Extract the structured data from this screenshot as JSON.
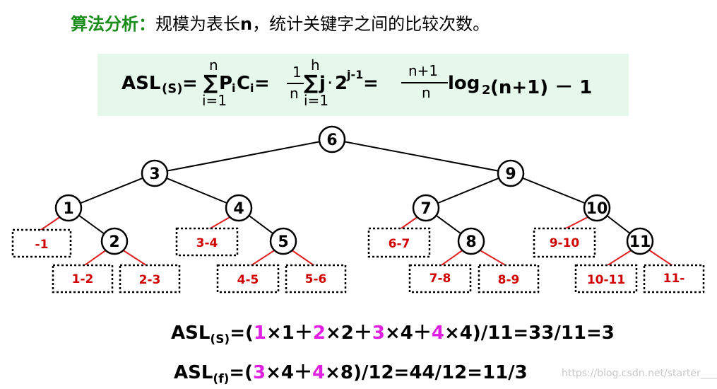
{
  "heading": {
    "label": "算法分析：",
    "text_before": "规模为表长",
    "n": "n",
    "text_after": "，统计关键字之间的比较次数。"
  },
  "formula": {
    "asl": "ASL",
    "sub_s": "(S)",
    "eq1": " = ",
    "sigma": "∑",
    "sum1_top": "n",
    "sum1_bottom": "i=1",
    "pc": "P",
    "pc_sub": "i",
    "c": "C",
    "c_sub": "i",
    "eq2": " = ",
    "frac1_num": "1",
    "frac1_den": "n",
    "sum2_top": "h",
    "sum2_bottom": "i=1",
    "j": "j",
    "dot": "·",
    "two": "2",
    "exp": "j-1",
    "eq3": " = ",
    "frac2_num": "n+1",
    "frac2_den": "n",
    "log": "log",
    "log_sub": "2",
    "rest": "(n+1) － 1"
  },
  "tree": {
    "nodes": [
      "6",
      "3",
      "9",
      "1",
      "4",
      "7",
      "10",
      "2",
      "5",
      "8",
      "11"
    ],
    "leaves": [
      "-1",
      "1-2",
      "2-3",
      "3-4",
      "4-5",
      "5-6",
      "6-7",
      "7-8",
      "8-9",
      "9-10",
      "10-11",
      "11-"
    ]
  },
  "asl_s": {
    "prefix": "ASL",
    "sub": "(S)",
    "p1": "=(",
    "a": "1",
    "p2": "×1＋",
    "b": "2",
    "p3": "×2＋",
    "c": "3",
    "p4": "×4＋",
    "d": "4",
    "p5": "×4)/11=33/11=3"
  },
  "asl_f": {
    "prefix": "ASL",
    "sub": "(f)",
    "p1": "=(",
    "a": "3",
    "p2": "×4＋",
    "b": "4",
    "p3": "×8)/12=44/12=11/3"
  },
  "colors": {
    "accent_green": "#1a8c1a",
    "magenta": "#e020e0",
    "red": "#d00000",
    "formula_bg": "#e6f7ec"
  },
  "watermark": "https://blog.csdn.net/starter____"
}
